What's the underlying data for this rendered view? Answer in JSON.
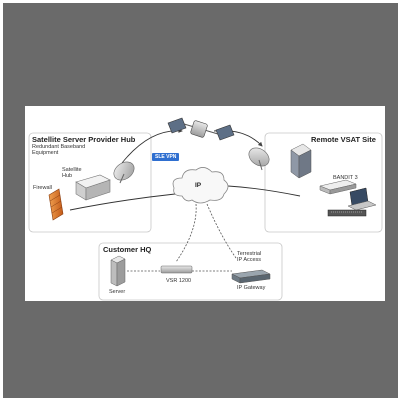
{
  "hub": {
    "title": "Satellite Server Provider Hub",
    "subtitle_line1": "Redundant Baseband",
    "subtitle_line2": "Equipment",
    "satellite_hub_line1": "Satellite",
    "satellite_hub_line2": "Hub",
    "firewall": "Firewall"
  },
  "remote": {
    "title": "Remote VSAT Site",
    "device": "BANDIT 3"
  },
  "link": {
    "vpn_badge": "SLE VPN"
  },
  "cloud": {
    "label": "IP"
  },
  "customer": {
    "title": "Customer HQ",
    "server": "Server",
    "vsr": "VSR 1200",
    "gateway": "IP Gateway",
    "terrestrial_line1": "Terrestrial",
    "terrestrial_line2": "IP Access"
  },
  "colors": {
    "frame": "#6a6a6a",
    "firewall": "#e07a2a",
    "badge": "#2f6fd0"
  }
}
